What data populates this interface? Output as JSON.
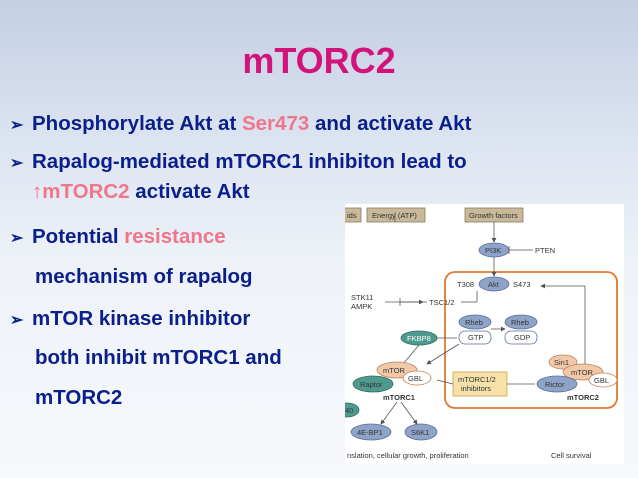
{
  "slide": {
    "title": "mTORC2",
    "bullets": [
      {
        "parts": [
          "Phosphorylate Akt at ",
          "Ser473",
          " and activate Akt"
        ]
      },
      {
        "line1": "Rapalog-mediated mTORC1 inhibiton lead to",
        "line2_arrow": "↑",
        "line2_pink": "mTORC2",
        "line2_rest": " activate Akt"
      },
      {
        "parts": [
          "Potential ",
          "resistance"
        ]
      },
      {
        "text": "mechanism of rapalog"
      },
      {
        "text": "mTOR kinase inhibitor"
      },
      {
        "text": "both inhibit mTORC1 and"
      },
      {
        "text": "mTORC2"
      }
    ]
  },
  "colors": {
    "title": "#d2147a",
    "bullet_text": "#0b1f8a",
    "highlight": "#f0768a",
    "diagram_orange": "#e07a30",
    "diagram_blue_node": "#8fa3c8",
    "diagram_teal_node": "#4f9a8f",
    "diagram_tan_box": "#c9b89a"
  },
  "diagram": {
    "top_boxes": {
      "cut_left": "ids",
      "energy": "Energy (ATP)",
      "growth": "Growth factors"
    },
    "nodes": {
      "pi3k": "PI3K",
      "pten": "PTEN",
      "akt": "Akt",
      "t308": "T308",
      "s473": "S473",
      "stk11": "STK11",
      "ampk": "AMPK",
      "tsc": "TSC1/2",
      "rheb_gtp_top": "Rheb",
      "gtp": "GTP",
      "rheb_gdp_top": "Rheb",
      "gdp": "GDP",
      "fkbp8": "FKBP8",
      "mtor1": "mTOR",
      "gbl1": "GBL",
      "raptor": "Raptor",
      "mtorc1": "mTORC1",
      "inhibitors_line1": "mTORC1/2",
      "inhibitors_line2": "inhibitors",
      "sin1": "Sin1",
      "mtor2": "mTOR",
      "gbl2": "GBL",
      "rictor": "Rictor",
      "mtorc2": "mTORC2",
      "cut_40": "40",
      "eb1": "4E-BP1",
      "s6k1": "S6K1"
    },
    "bottom": {
      "left": "nslation, cellular growth, proliferation",
      "right": "Cell survival"
    }
  }
}
